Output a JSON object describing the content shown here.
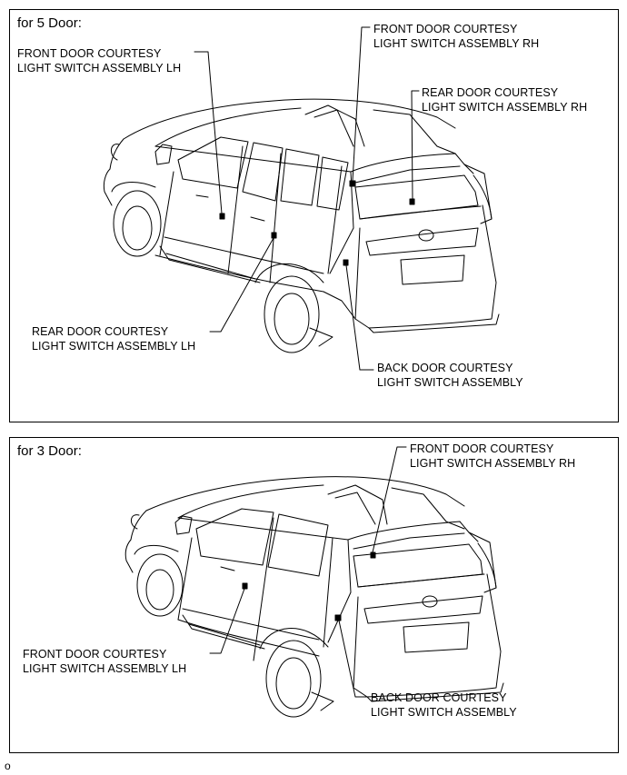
{
  "panels": [
    {
      "title": "for 5 Door:",
      "callouts": [
        {
          "line1": "FRONT DOOR COURTESY",
          "line2": "LIGHT SWITCH ASSEMBLY LH"
        },
        {
          "line1": "FRONT DOOR COURTESY",
          "line2": "LIGHT SWITCH ASSEMBLY RH"
        },
        {
          "line1": "REAR DOOR COURTESY",
          "line2": "LIGHT SWITCH ASSEMBLY RH"
        },
        {
          "line1": "REAR DOOR COURTESY",
          "line2": "LIGHT SWITCH ASSEMBLY LH"
        },
        {
          "line1": "BACK DOOR COURTESY",
          "line2": "LIGHT SWITCH ASSEMBLY"
        }
      ]
    },
    {
      "title": "for 3 Door:",
      "callouts": [
        {
          "line1": "FRONT DOOR COURTESY",
          "line2": "LIGHT SWITCH ASSEMBLY RH"
        },
        {
          "line1": "FRONT DOOR COURTESY",
          "line2": "LIGHT SWITCH ASSEMBLY LH"
        },
        {
          "line1": "BACK DOOR COURTESY",
          "line2": "LIGHT SWITCH ASSEMBLY"
        }
      ]
    }
  ],
  "footer": "o"
}
